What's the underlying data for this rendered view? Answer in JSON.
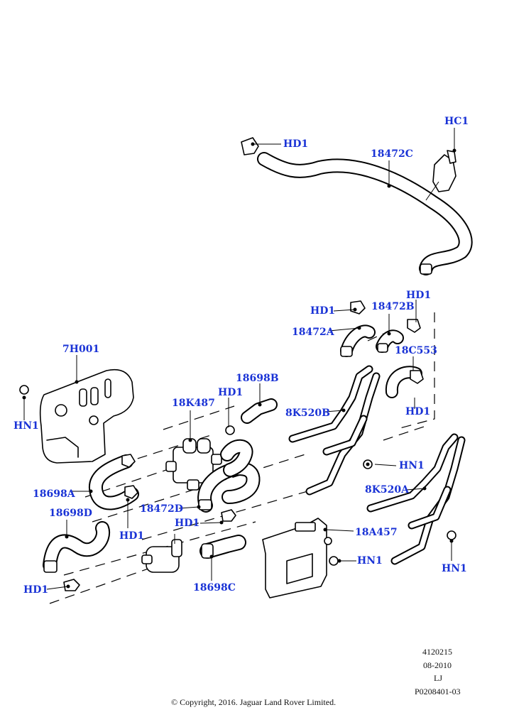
{
  "callouts": {
    "hc1": "HC1",
    "hd1_top": "HD1",
    "p18472c": "18472C",
    "hd1_r1": "HD1",
    "hd1_mid": "HD1",
    "p18472b": "18472B",
    "p18472a": "18472A",
    "p18c553": "18C553",
    "p7h001": "7H001",
    "hn1_left": "HN1",
    "p18698b": "18698B",
    "hd1_valve": "HD1",
    "p18k487": "18K487",
    "p8k520b": "8K520B",
    "hd1_r2": "HD1",
    "hn1_mid": "HN1",
    "p8k520a": "8K520A",
    "p18698a": "18698A",
    "p18472d": "18472D",
    "hd1_b1": "HD1",
    "p18698d": "18698D",
    "hd1_b2": "HD1",
    "p18a457": "18A457",
    "hn1_bracket": "HN1",
    "hn1_right": "HN1",
    "p18698c": "18698C",
    "hd1_bottom": "HD1"
  },
  "footer": {
    "code1": "4120215",
    "date": "08-2010",
    "initials": "LJ",
    "ref": "P0208401-03",
    "copyright": "© Copyright, 2016. Jaguar Land Rover Limited."
  }
}
